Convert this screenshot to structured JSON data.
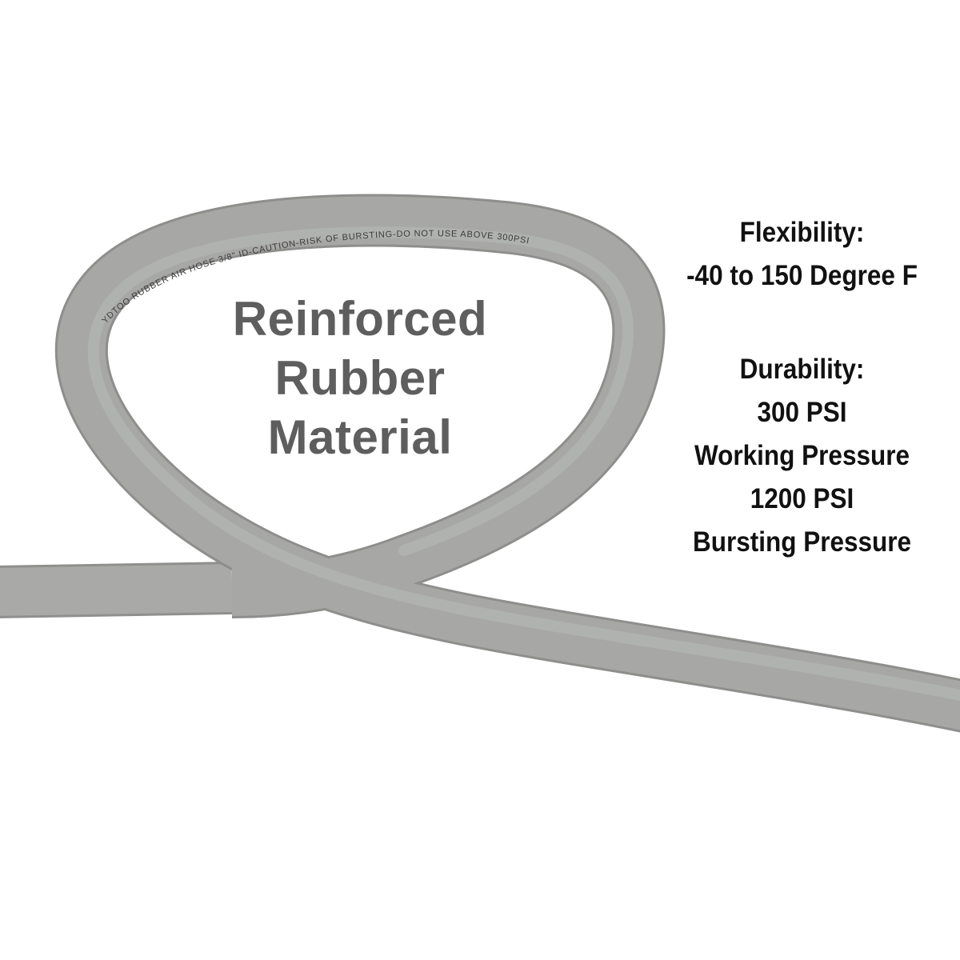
{
  "hose": {
    "color": "#a7a8a6",
    "printed_marking": "YDTOO RUBBER AIR HOSE 3/8\" ID-CAUTION-RISK OF BURSTING-DO NOT USE ABOVE 300PSI"
  },
  "center_label": {
    "line1": "Reinforced",
    "line2": "Rubber",
    "line3": "Material",
    "color": "#5e5e5e"
  },
  "specs": {
    "flexibility_heading": "Flexibility:",
    "flexibility_value": "-40 to 150 Degree F",
    "durability_heading": "Durability:",
    "working_value": "300 PSI",
    "working_label": "Working Pressure",
    "bursting_value": "1200 PSI",
    "bursting_label": "Bursting Pressure",
    "color": "#111111"
  }
}
